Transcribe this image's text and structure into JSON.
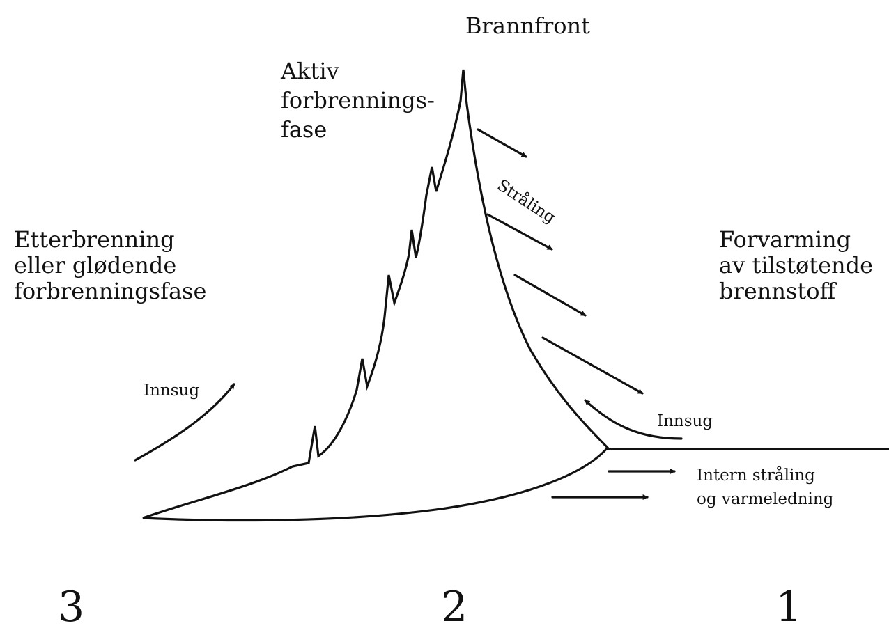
{
  "labels": {
    "brannfront": "Brannfront",
    "aktiv": [
      "Aktiv",
      "forbrennings-",
      "fase"
    ],
    "etterbrenning": [
      "Etterbrenning",
      "eller glødende",
      "forbrenningsfase"
    ],
    "forvarming": [
      "Forvarming",
      "av tilstøtende",
      "brennstoff"
    ],
    "straling": "Stråling",
    "innsug_left": "Innsug",
    "innsug_right": "Innsug",
    "intern": [
      "Intern stråling",
      "og varmeledning"
    ]
  },
  "zones": [
    "3",
    "2",
    "1"
  ],
  "icons": {
    "arrow": "arrow-icon"
  },
  "colors": {
    "ink": "#111111",
    "background": "#ffffff"
  }
}
